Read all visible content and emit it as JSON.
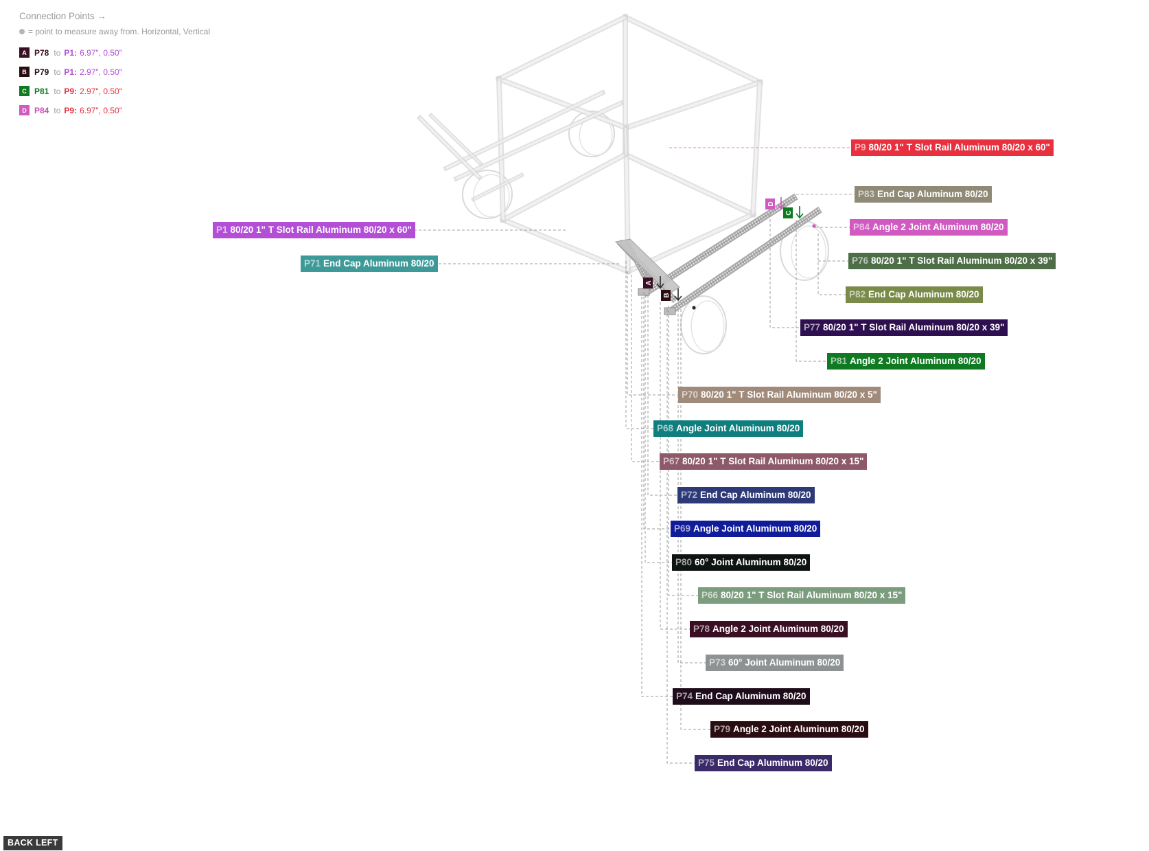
{
  "legend": {
    "title": "Connection Points →",
    "note": "= point to measure away from. Horizontal, Vertical",
    "connections": [
      {
        "letter": "A",
        "from": "P78",
        "to_word": "to",
        "target": "P1:",
        "values": "6.97\", 0.50\"",
        "color": "#3a0f24",
        "target_color": "#b24fd6"
      },
      {
        "letter": "B",
        "from": "P79",
        "to_word": "to",
        "target": "P1:",
        "values": "2.97\", 0.50\"",
        "color": "#2a0d12",
        "target_color": "#b24fd6"
      },
      {
        "letter": "C",
        "from": "P81",
        "to_word": "to",
        "target": "P9:",
        "values": "2.97\", 0.50\"",
        "color": "#0f7a22",
        "target_color": "#e8303f"
      },
      {
        "letter": "D",
        "from": "P84",
        "to_word": "to",
        "target": "P9:",
        "values": "6.97\", 0.50\"",
        "color": "#d05ac0",
        "target_color": "#e8303f"
      }
    ]
  },
  "parts": [
    {
      "id": "P9",
      "name": "80/20 1\" T Slot Rail Aluminum 80/20 x 60\"",
      "color": "#e8303f"
    },
    {
      "id": "P83",
      "name": "End Cap Aluminum 80/20",
      "color": "#8e8a76"
    },
    {
      "id": "P1",
      "name": "80/20 1\" T Slot Rail Aluminum 80/20 x 60\"",
      "color": "#b24fd6"
    },
    {
      "id": "P84",
      "name": "Angle 2 Joint Aluminum 80/20",
      "color": "#d05ac0"
    },
    {
      "id": "P71",
      "name": "End Cap Aluminum 80/20",
      "color": "#3e9a98"
    },
    {
      "id": "P76",
      "name": "80/20 1\" T Slot Rail Aluminum 80/20 x 39\"",
      "color": "#4e6e48"
    },
    {
      "id": "P82",
      "name": "End Cap Aluminum 80/20",
      "color": "#7a8a48"
    },
    {
      "id": "P77",
      "name": "80/20 1\" T Slot Rail Aluminum 80/20 x 39\"",
      "color": "#2e1050"
    },
    {
      "id": "P81",
      "name": "Angle 2 Joint Aluminum 80/20",
      "color": "#0f7a22"
    },
    {
      "id": "P70",
      "name": "80/20 1\" T Slot Rail Aluminum 80/20 x 5\"",
      "color": "#a08a7a"
    },
    {
      "id": "P68",
      "name": "Angle Joint Aluminum 80/20",
      "color": "#0f7e7e"
    },
    {
      "id": "P67",
      "name": "80/20 1\" T Slot Rail Aluminum 80/20 x 15\"",
      "color": "#8e5a6a"
    },
    {
      "id": "P72",
      "name": "End Cap Aluminum 80/20",
      "color": "#2e3a78"
    },
    {
      "id": "P69",
      "name": "Angle Joint Aluminum 80/20",
      "color": "#101c9a"
    },
    {
      "id": "P80",
      "name": "60° Joint Aluminum 80/20",
      "color": "#0e1412"
    },
    {
      "id": "P66",
      "name": "80/20 1\" T Slot Rail Aluminum 80/20 x 15\"",
      "color": "#7c9c7e"
    },
    {
      "id": "P78",
      "name": "Angle 2 Joint Aluminum 80/20",
      "color": "#3a0f24"
    },
    {
      "id": "P73",
      "name": "60° Joint Aluminum 80/20",
      "color": "#8e9292"
    },
    {
      "id": "P74",
      "name": "End Cap Aluminum 80/20",
      "color": "#1e0c1a"
    },
    {
      "id": "P79",
      "name": "Angle 2 Joint Aluminum 80/20",
      "color": "#2a0d12"
    },
    {
      "id": "P75",
      "name": "End Cap Aluminum 80/20",
      "color": "#3a2a6a"
    }
  ],
  "view_button": "BACK LEFT",
  "colors": {
    "frame_ghost": "#d8d8d8",
    "highlight_rail": "#bdbdbd",
    "leader": "#9c9c9c"
  },
  "icons": [
    "arrow-right-icon",
    "down-arrow-icon"
  ]
}
